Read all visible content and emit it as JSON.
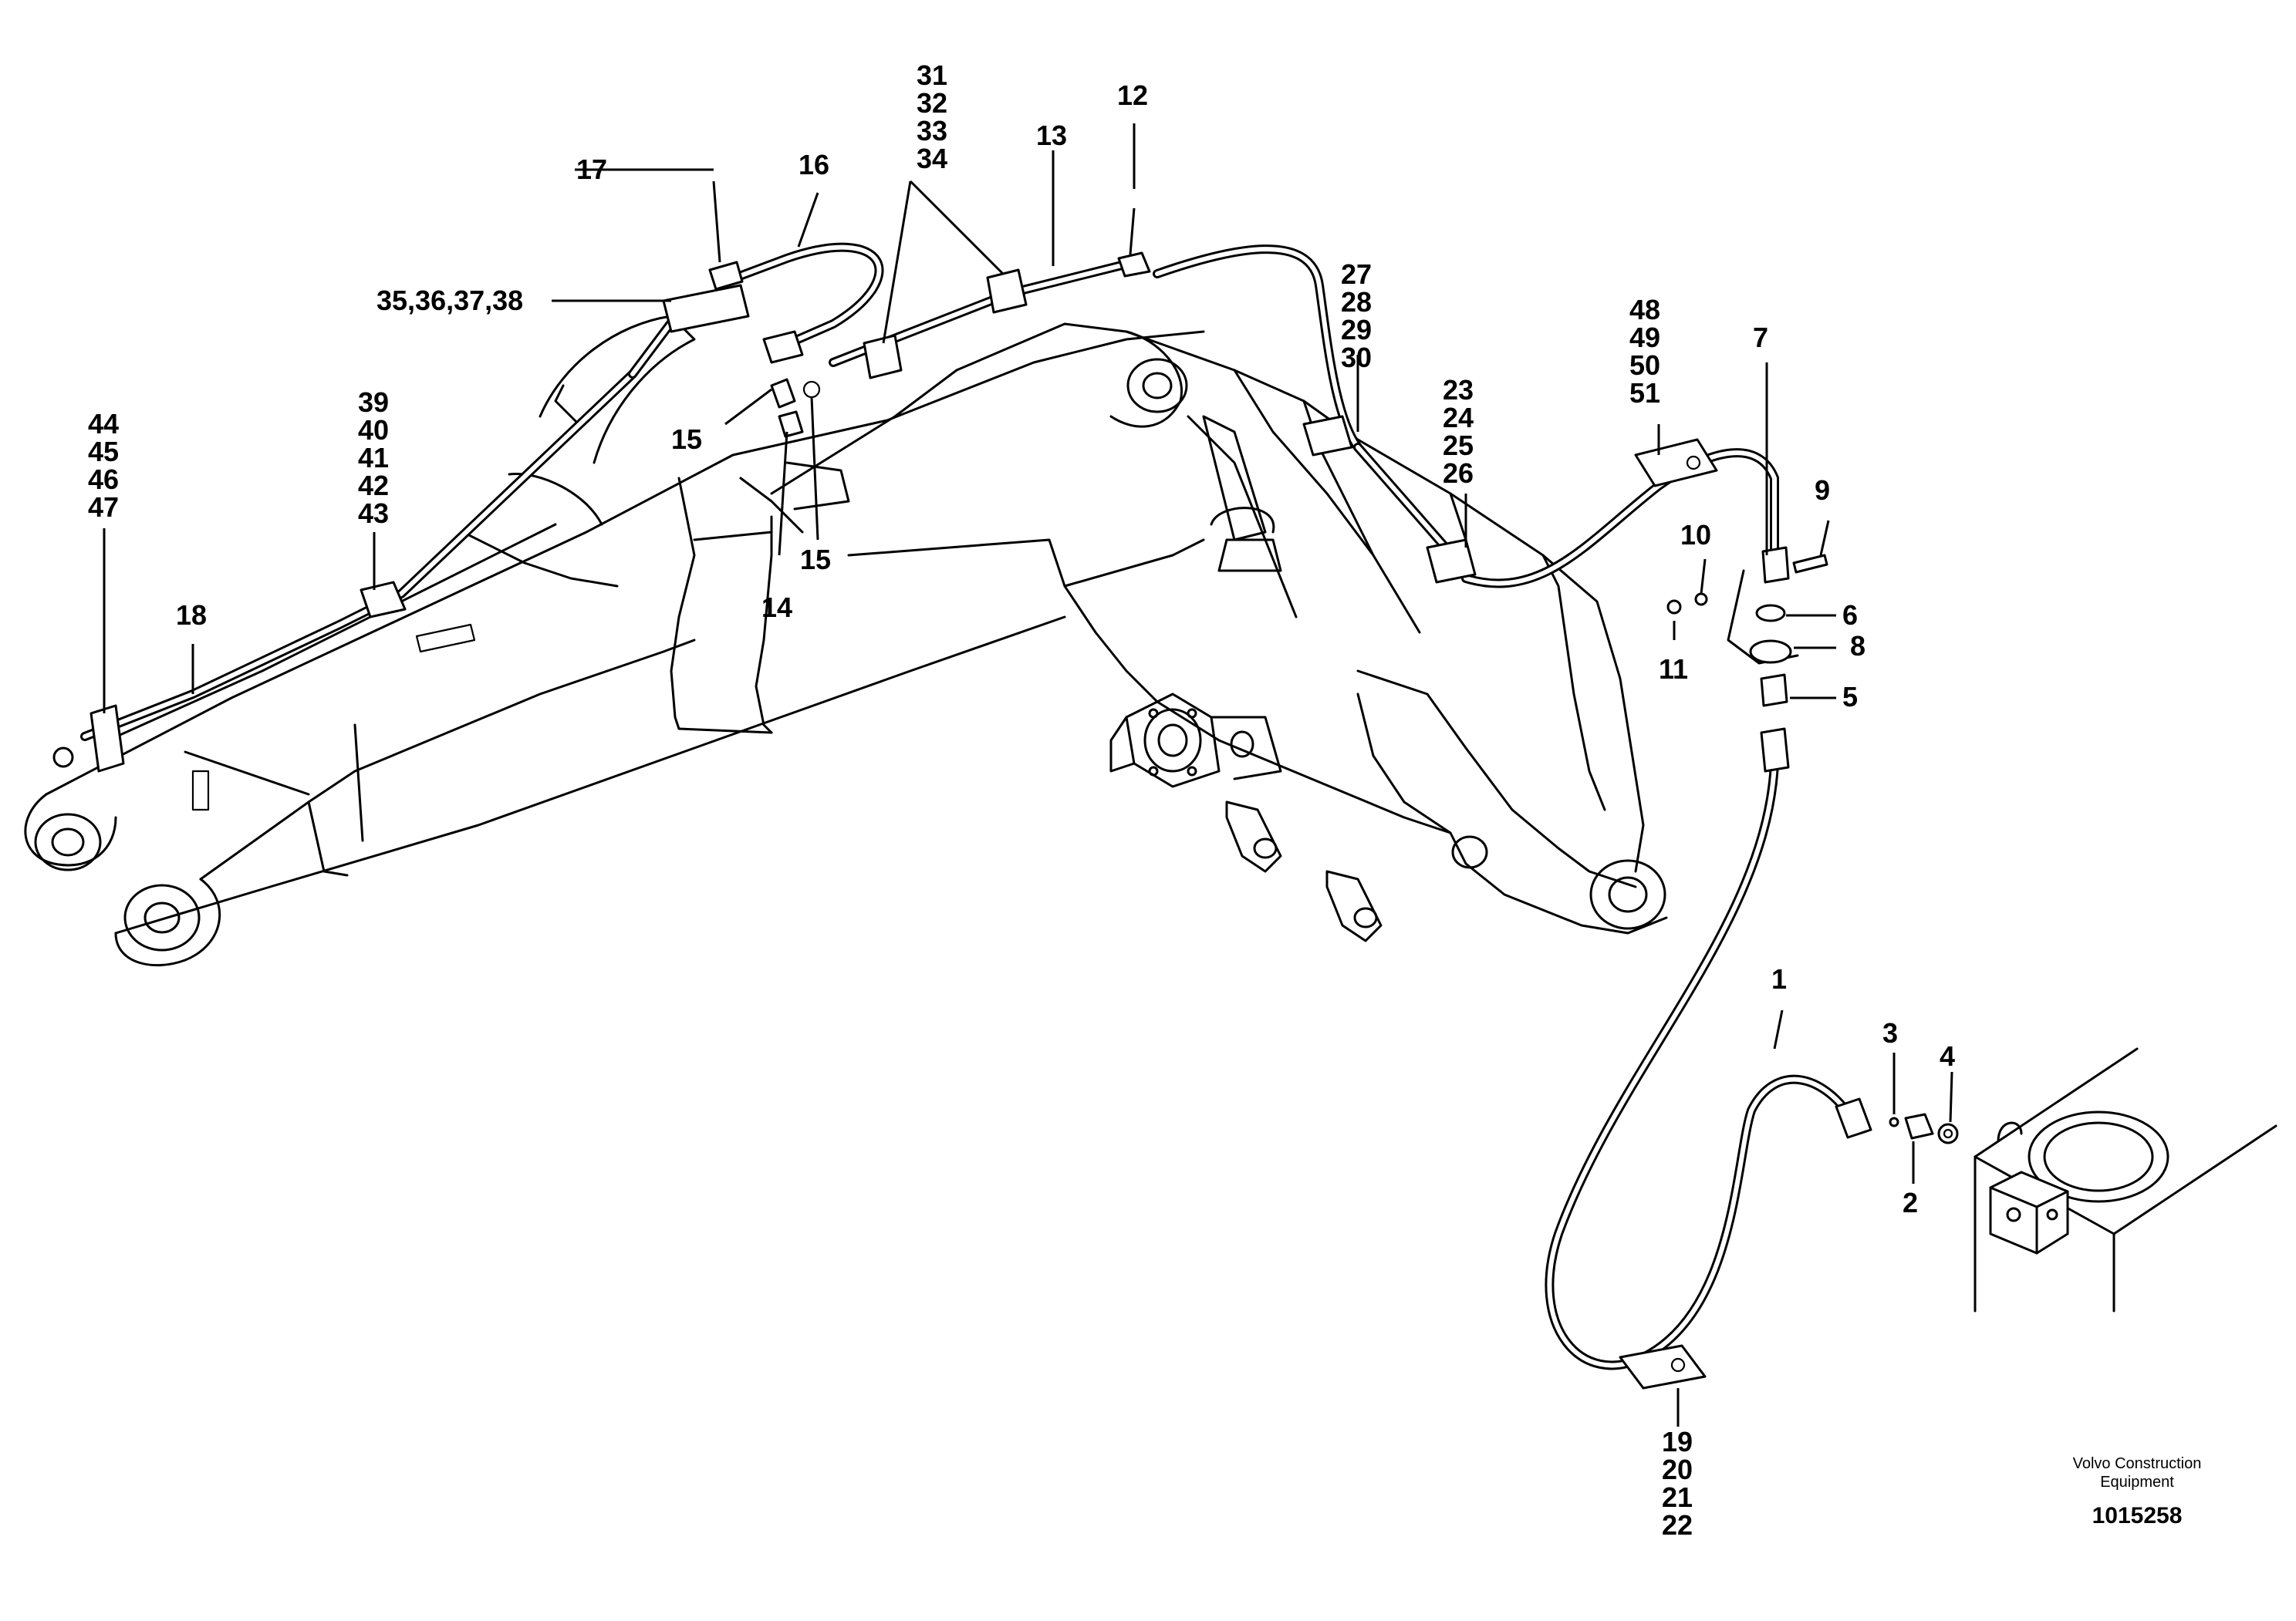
{
  "callouts": {
    "c1": "1",
    "c2": "2",
    "c3": "3",
    "c4": "4",
    "c5": "5",
    "c6": "6",
    "c7": "7",
    "c8": "8",
    "c9": "9",
    "c10": "10",
    "c11": "11",
    "c12": "12",
    "c13": "13",
    "c14": "14",
    "c15a": "15",
    "c15b": "15",
    "c16": "16",
    "c17": "17",
    "c18": "18",
    "c35": "35,36,37,38"
  },
  "stacks": {
    "s19": [
      "19",
      "20",
      "21",
      "22"
    ],
    "s23": [
      "23",
      "24",
      "25",
      "26"
    ],
    "s27": [
      "27",
      "28",
      "29",
      "30"
    ],
    "s31": [
      "31",
      "32",
      "33",
      "34"
    ],
    "s39": [
      "39",
      "40",
      "41",
      "42",
      "43"
    ],
    "s44": [
      "44",
      "45",
      "46",
      "47"
    ],
    "s48": [
      "48",
      "49",
      "50",
      "51"
    ]
  },
  "credit": {
    "company": "Volvo Construction",
    "company2": "Equipment",
    "drawing_number": "1015258"
  }
}
